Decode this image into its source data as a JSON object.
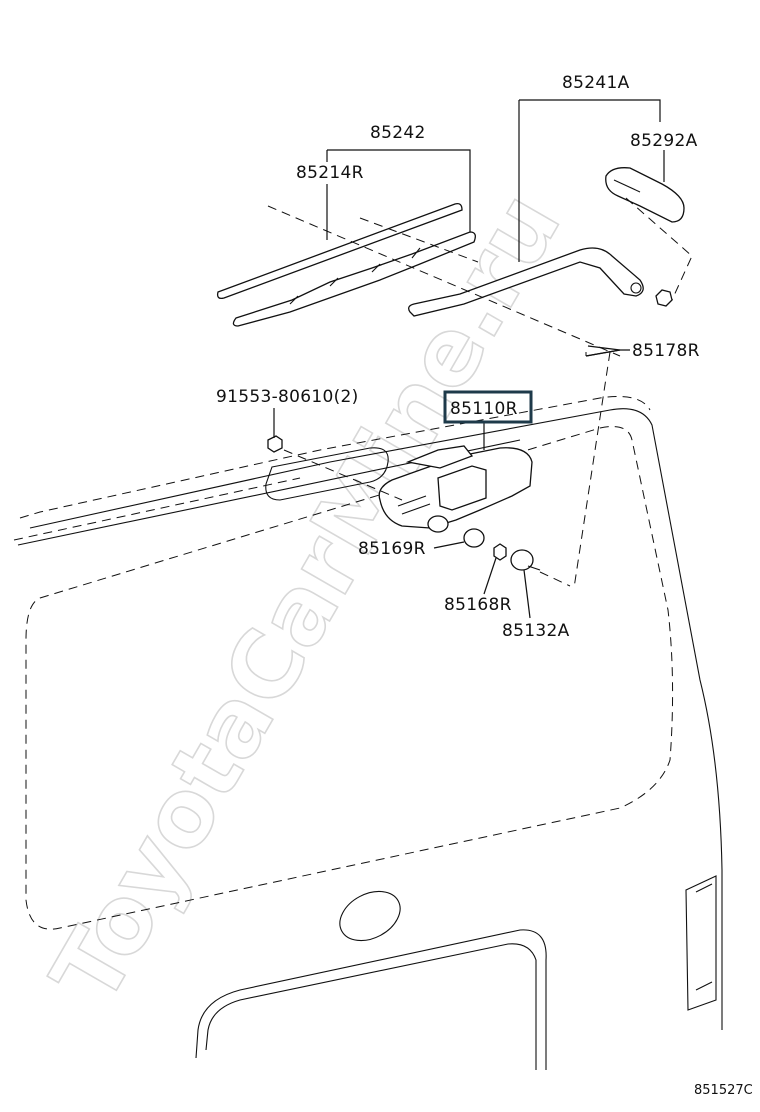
{
  "diagram": {
    "watermark": "ToyotaCarMine.ru",
    "figure_code": "851527C",
    "highlight_color": "#1e3a4a",
    "callouts": [
      {
        "id": "85241A",
        "text": "85241A"
      },
      {
        "id": "85242",
        "text": "85242"
      },
      {
        "id": "85292A",
        "text": "85292A"
      },
      {
        "id": "85214R",
        "text": "85214R"
      },
      {
        "id": "85178R",
        "text": "85178R"
      },
      {
        "id": "91553",
        "text": "91553-80610(2)"
      },
      {
        "id": "85110R",
        "text": "85110R",
        "highlighted": true
      },
      {
        "id": "85169R",
        "text": "85169R"
      },
      {
        "id": "85168R",
        "text": "85168R"
      },
      {
        "id": "85132A",
        "text": "85132A"
      }
    ]
  }
}
